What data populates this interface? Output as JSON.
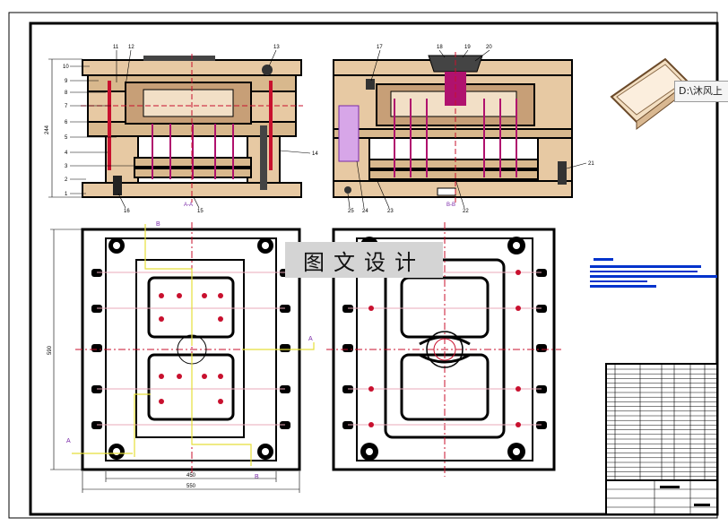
{
  "overlay": {
    "watermark_text": "图文设计",
    "tooltip_text": "D:\\沐风上"
  },
  "views": {
    "section_aa_label": "A-A",
    "section_bb_label": "B-B"
  },
  "dimensions": {
    "total_height": "244",
    "plate_length": "590",
    "width_inner": "450",
    "width_outer": "550"
  },
  "part_numbers_left": [
    "10",
    "9",
    "8",
    "7",
    "6",
    "5",
    "4",
    "3",
    "2",
    "1"
  ],
  "callouts_top_left": [
    "11",
    "12",
    "13",
    "14",
    "15",
    "16"
  ],
  "callouts_top_right": [
    "17",
    "18",
    "19",
    "20",
    "21",
    "22",
    "23",
    "24",
    "25"
  ],
  "section_letters": {
    "a": "A",
    "b": "B"
  },
  "colors": {
    "frame": "#000000",
    "plate_fill": "#e7c9a3",
    "accent_red": "#c8102e",
    "pin_magenta": "#b0126e",
    "section_yellow": "#e5df3a",
    "annot_purple": "#7a2aa8",
    "blue_notes": "#0033cc"
  }
}
